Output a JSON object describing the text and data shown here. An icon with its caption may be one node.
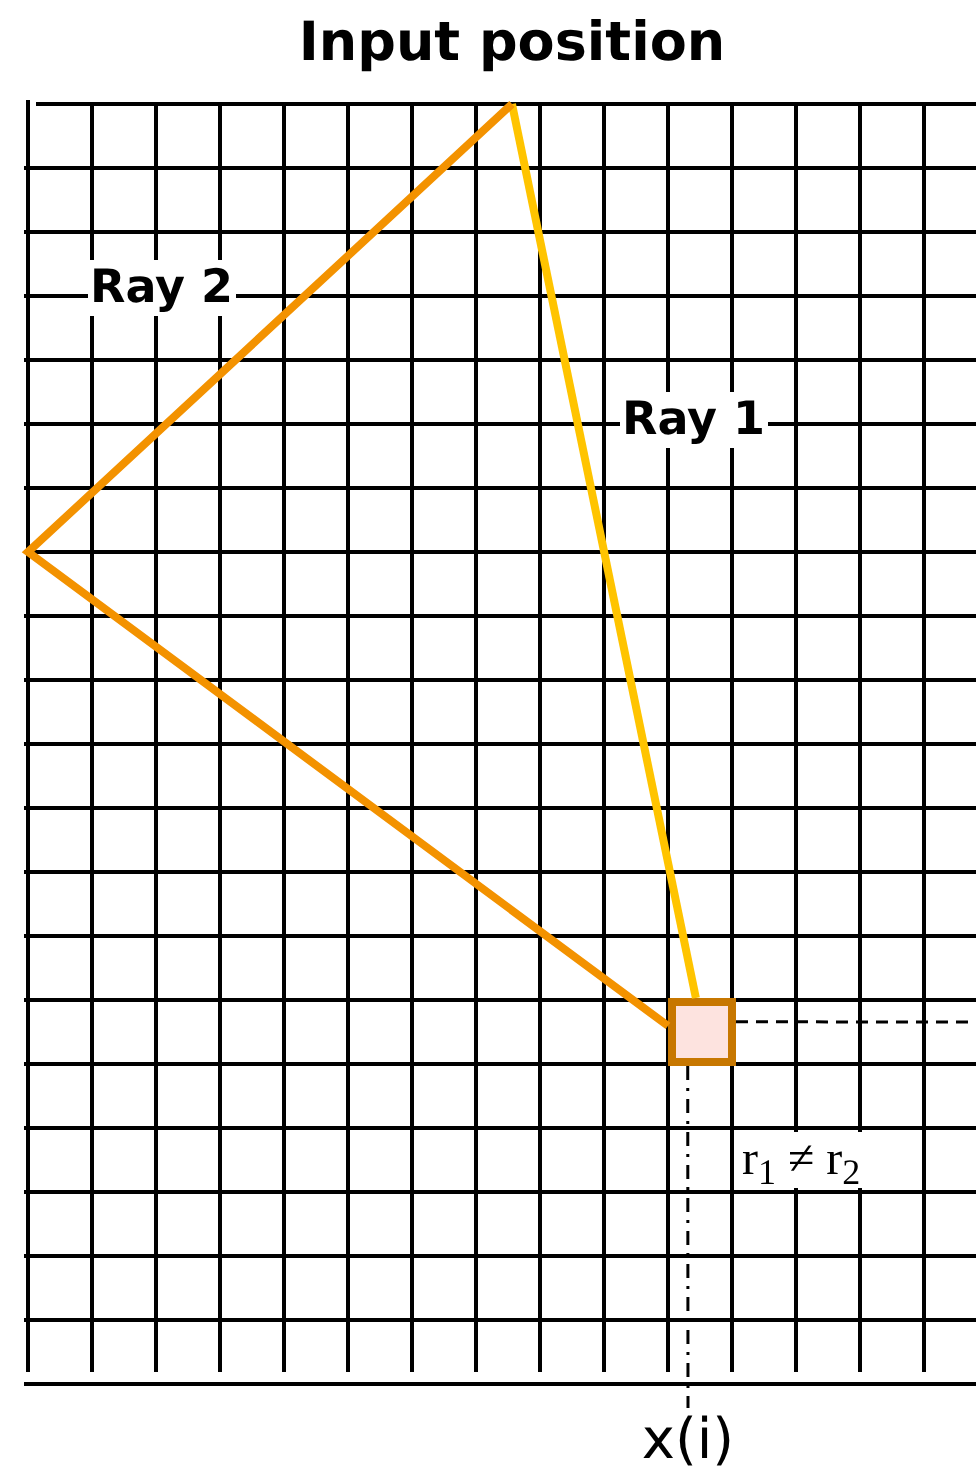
{
  "diagram": {
    "nodes": [
      {
        "text": [
          "Input position"
        ]
      },
      {
        "text": [],
        "shape": "box"
      },
      {
        "text": [
          "x(i)"
        ]
      }
    ],
    "edges": [
      {
        "from": 0,
        "to": 1,
        "arrow": "none",
        "label": "Ray 1",
        "color": "#ffc400",
        "style": "thick"
      },
      {
        "from": 0,
        "to": 1,
        "arrow": "none",
        "label": "Ray 2",
        "color": "#f39200",
        "style": "thick"
      },
      {
        "from": 1,
        "to": 2,
        "arrow": "none",
        "style": "dashed"
      },
      {
        "from": 1,
        "to": null,
        "arrow": "none",
        "style": "dashed"
      }
    ],
    "labels": [
      "r$_{1}$ ≠ r$_{2}$"
    ]
  }
}
